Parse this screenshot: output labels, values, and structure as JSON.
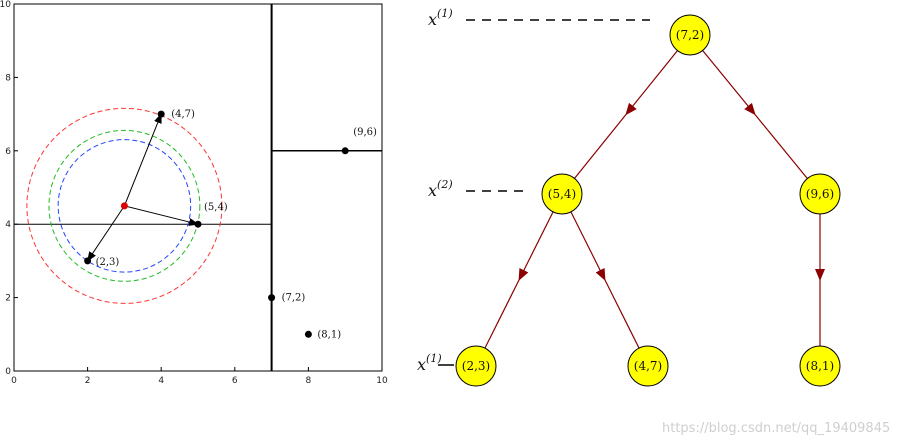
{
  "plot": {
    "xlim": [
      0,
      10
    ],
    "ylim": [
      0,
      10
    ],
    "x_ticks": [
      "0",
      "2",
      "4",
      "6",
      "8",
      "10"
    ],
    "y_ticks": [
      "0",
      "2",
      "4",
      "6",
      "8",
      "10"
    ],
    "points": [
      {
        "label": "(2,3)",
        "x": 2,
        "y": 3
      },
      {
        "label": "(4,7)",
        "x": 4,
        "y": 7
      },
      {
        "label": "(5,4)",
        "x": 5,
        "y": 4
      },
      {
        "label": "(7,2)",
        "x": 7,
        "y": 2
      },
      {
        "label": "(8,1)",
        "x": 8,
        "y": 1
      },
      {
        "label": "(9,6)",
        "x": 9,
        "y": 6
      }
    ],
    "query_point": {
      "x": 3,
      "y": 4.5,
      "color": "#dd0000"
    },
    "circles": [
      {
        "r": 2.65,
        "color": "#ff3333"
      },
      {
        "r": 2.05,
        "color": "#22bb22"
      },
      {
        "r": 1.8,
        "color": "#2244ff"
      }
    ]
  },
  "tree": {
    "node_fill": "#ffff00",
    "edge_color": "#8b0000",
    "nodes": [
      {
        "id": "n72",
        "label": "(7,2)"
      },
      {
        "id": "n54",
        "label": "(5,4)"
      },
      {
        "id": "n96",
        "label": "(9,6)"
      },
      {
        "id": "n23",
        "label": "(2,3)"
      },
      {
        "id": "n47",
        "label": "(4,7)"
      },
      {
        "id": "n81",
        "label": "(8,1)"
      }
    ],
    "edges": [
      [
        "n72",
        "n54"
      ],
      [
        "n72",
        "n96"
      ],
      [
        "n54",
        "n23"
      ],
      [
        "n54",
        "n47"
      ],
      [
        "n96",
        "n81"
      ]
    ],
    "levels": [
      {
        "base": "x",
        "sup": "(1)"
      },
      {
        "base": "x",
        "sup": "(2)"
      },
      {
        "base": "x",
        "sup": "(1)"
      }
    ]
  },
  "watermark": "https://blog.csdn.net/qq_19409845"
}
